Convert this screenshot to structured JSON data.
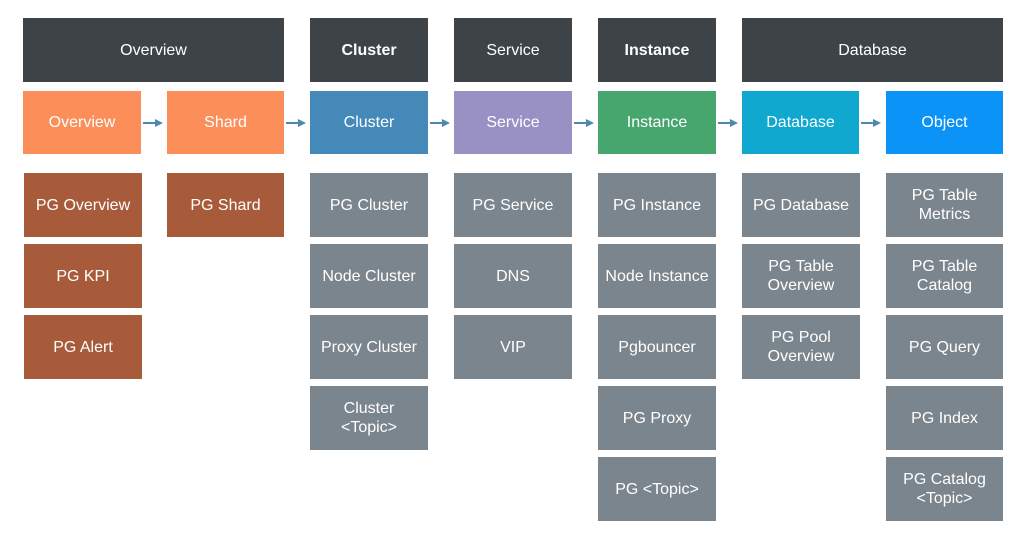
{
  "colors": {
    "header": "#3d4347",
    "item": "#7b858d",
    "overview": "#fb8e59",
    "shard": "#fb8e59",
    "overview_items": "#a85b3a",
    "cluster": "#4489b8",
    "service": "#9990c4",
    "instance": "#47a56e",
    "database": "#11a8cf",
    "object": "#0b93f7",
    "arrow": "#4c89b1"
  },
  "headers": {
    "overview": "Overview",
    "cluster": "Cluster",
    "service": "Service",
    "instance": "Instance",
    "database": "Database"
  },
  "levels": {
    "overview": "Overview",
    "shard": "Shard",
    "cluster": "Cluster",
    "service": "Service",
    "instance": "Instance",
    "database": "Database",
    "object": "Object"
  },
  "items": {
    "overview": [
      "PG Overview",
      "PG KPI",
      "PG Alert"
    ],
    "shard": [
      "PG Shard"
    ],
    "cluster": [
      "PG Cluster",
      "Node Cluster",
      "Proxy Cluster",
      "Cluster\n<Topic>"
    ],
    "service": [
      "PG Service",
      "DNS",
      "VIP"
    ],
    "instance": [
      "PG Instance",
      "Node Instance",
      "Pgbouncer",
      "PG Proxy",
      "PG <Topic>"
    ],
    "database": [
      "PG Database",
      "PG Table\nOverview",
      "PG Pool\nOverview"
    ],
    "object": [
      "PG Table\nMetrics",
      "PG Table\nCatalog",
      "PG Query",
      "PG Index",
      "PG Catalog\n<Topic>"
    ]
  }
}
